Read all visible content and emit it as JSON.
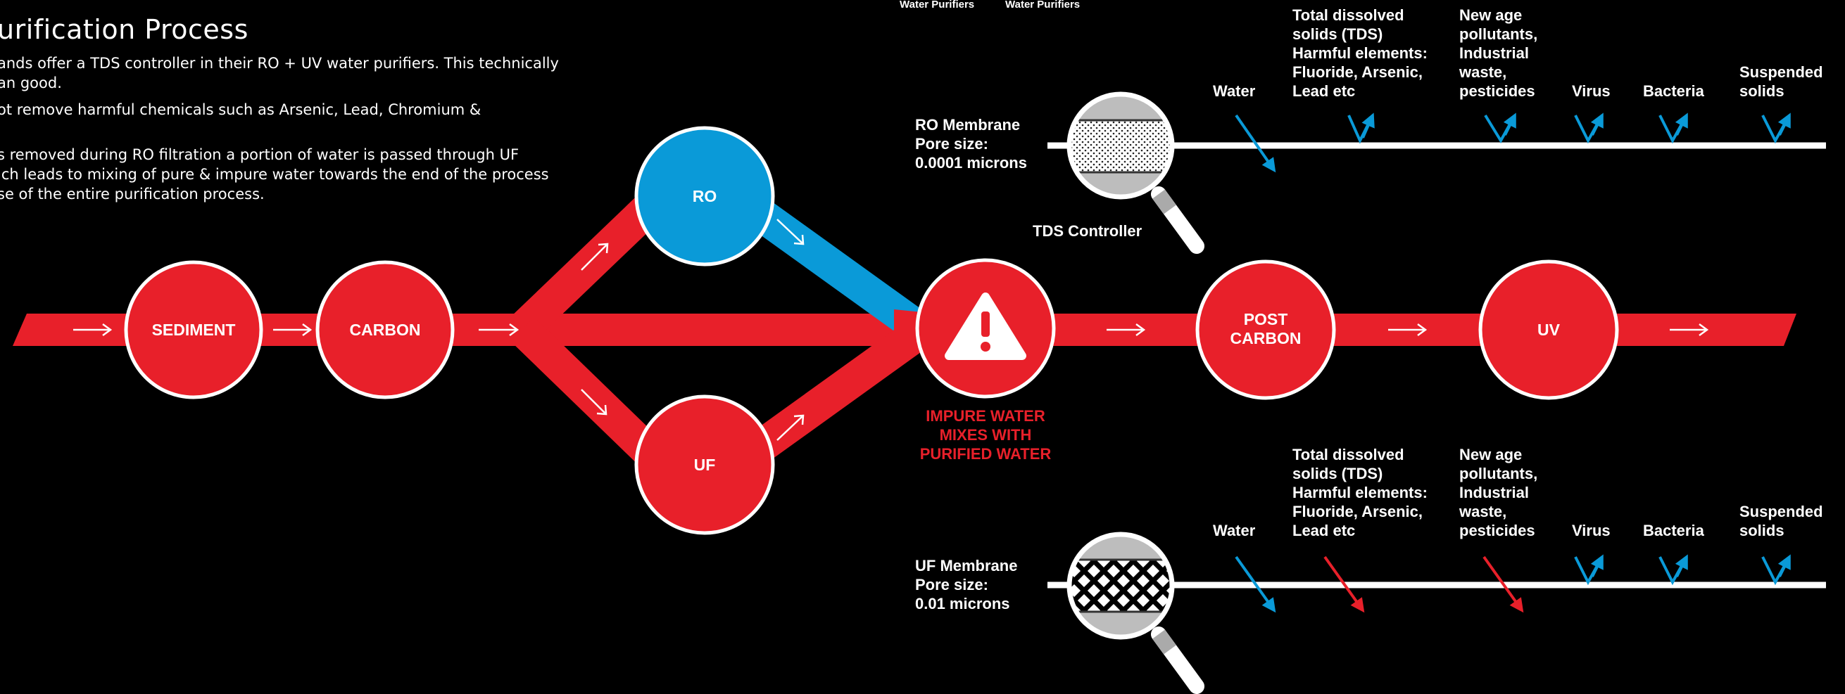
{
  "title": "urification Process",
  "paragraphs": [
    [
      "ands offer a TDS controller in their RO + UV water purifiers. This technically",
      "an good."
    ],
    [
      "ot  remove  harmful  chemicals  such  as  Arsenic,  Lead,  Chromium  &"
    ],
    [
      "s removed during RO filtration a portion of water is passed through UF",
      "ich leads to mixing of pure & impure water towards the end of the process",
      "se of the entire purification process."
    ]
  ],
  "top_labels": [
    "Water Purifiers",
    "Water Purifiers"
  ],
  "stages": {
    "sediment": "SEDIMENT",
    "carbon": "CARBON",
    "ro": "RO",
    "uf": "UF",
    "post_carbon_1": "POST",
    "post_carbon_2": "CARBON",
    "uv": "UV"
  },
  "warning_text": "IMPURE WATER MIXES WITH PURIFIED WATER",
  "ro_membrane": {
    "label": "RO Membrane\nPore size:\n0.0001 microns",
    "controller": "TDS Controller"
  },
  "uf_membrane": {
    "label": "UF Membrane\nPore size:\n0.01 microns"
  },
  "contaminants": {
    "water": "Water",
    "tds": "Total dissolved\nsolids (TDS)\nHarmful elements:\nFluoride, Arsenic,\nLead etc",
    "pollutants": "New age\npollutants,\nIndustrial\nwaste,\npesticides",
    "virus": "Virus",
    "bacteria": "Bacteria",
    "suspended": "Suspended\nsolids"
  },
  "colors": {
    "red": "#e8202a",
    "blue": "#0a9ad8",
    "white": "#ffffff",
    "background": "#000000"
  }
}
